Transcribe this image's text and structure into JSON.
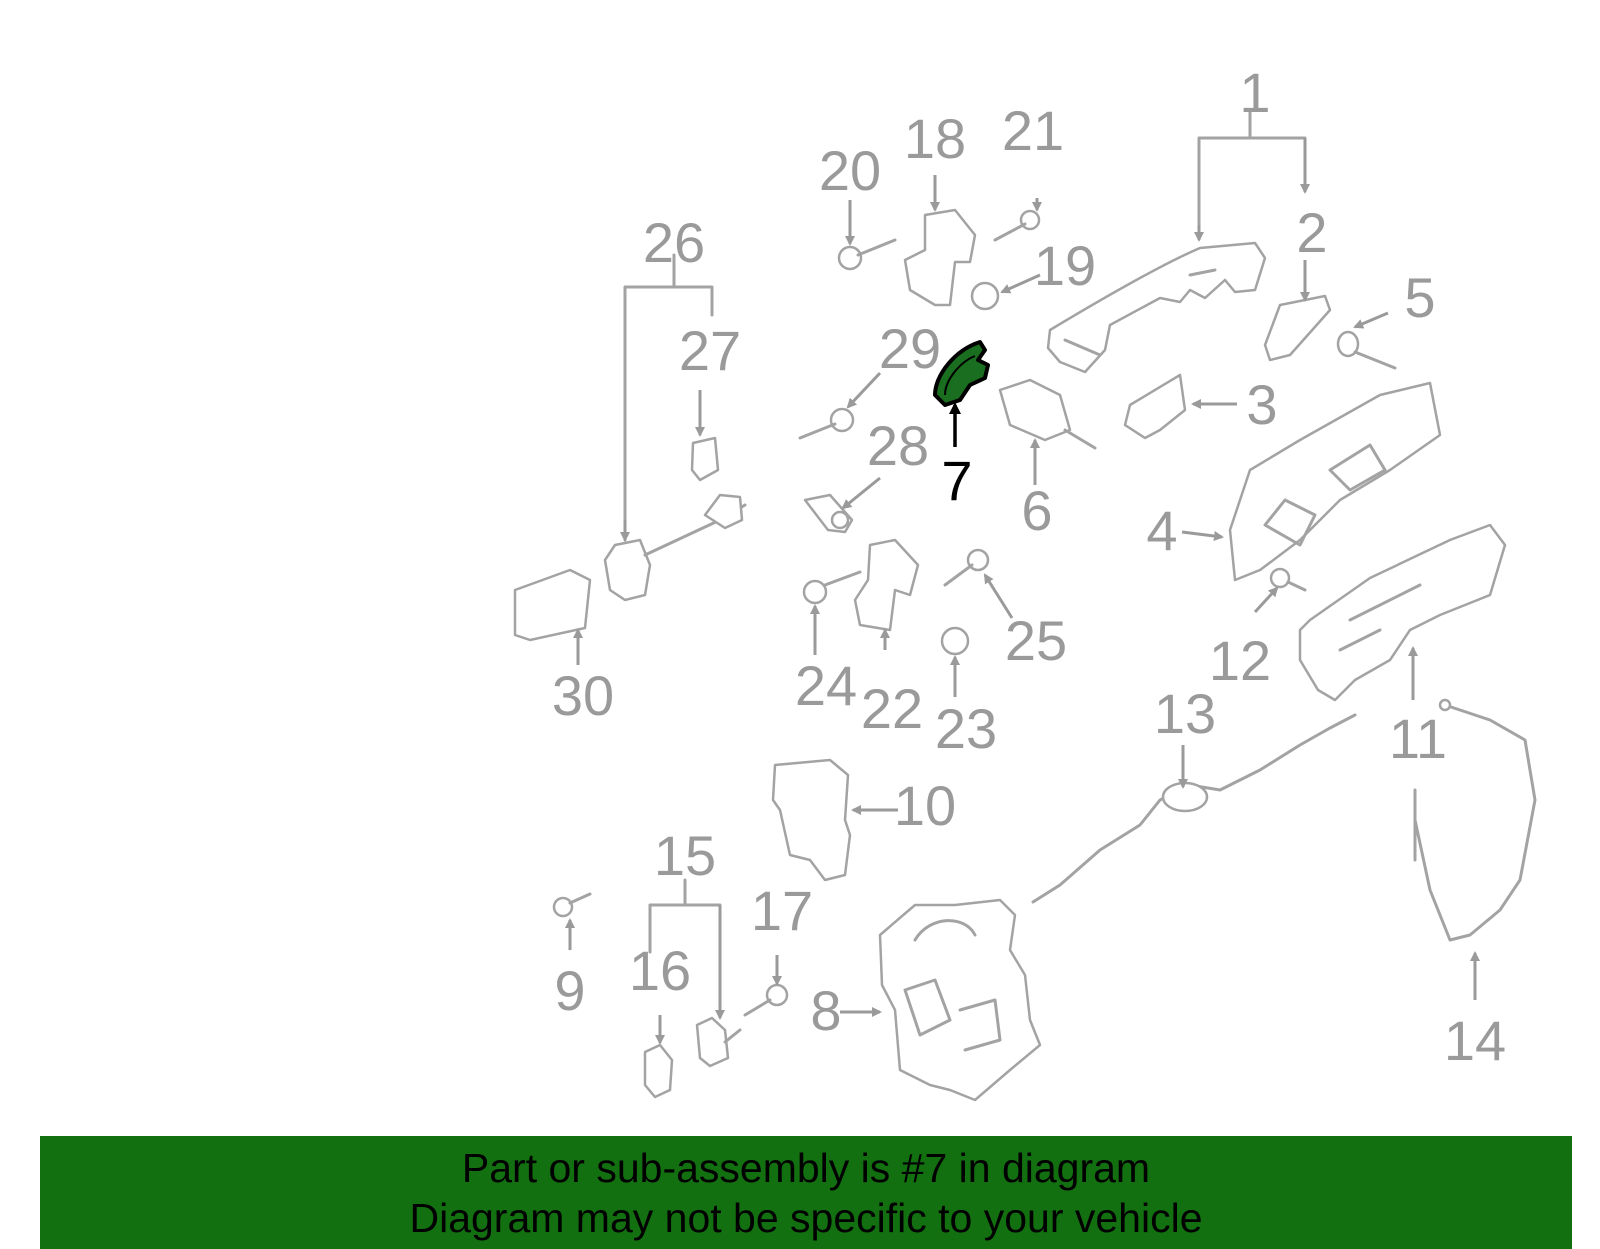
{
  "highlight": {
    "part_number": "7",
    "color": "#1a6e1f"
  },
  "callouts": [
    "1",
    "2",
    "3",
    "4",
    "5",
    "6",
    "7",
    "8",
    "9",
    "10",
    "11",
    "12",
    "13",
    "14",
    "15",
    "16",
    "17",
    "18",
    "19",
    "20",
    "21",
    "22",
    "23",
    "24",
    "25",
    "26",
    "27",
    "28",
    "29",
    "30"
  ],
  "labels": {
    "n1": "1",
    "n2": "2",
    "n3": "3",
    "n4": "4",
    "n5": "5",
    "n6": "6",
    "n7": "7",
    "n8": "8",
    "n9": "9",
    "n10": "10",
    "n11": "11",
    "n12": "12",
    "n13": "13",
    "n14": "14",
    "n15": "15",
    "n16": "16",
    "n17": "17",
    "n18": "18",
    "n19": "19",
    "n20": "20",
    "n21": "21",
    "n22": "22",
    "n23": "23",
    "n24": "24",
    "n25": "25",
    "n26": "26",
    "n27": "27",
    "n28": "28",
    "n29": "29",
    "n30": "30"
  },
  "banner": {
    "line1": "Part or sub-assembly is #7 in diagram",
    "line2": "Diagram may not be specific to your vehicle",
    "color": "#137010"
  }
}
